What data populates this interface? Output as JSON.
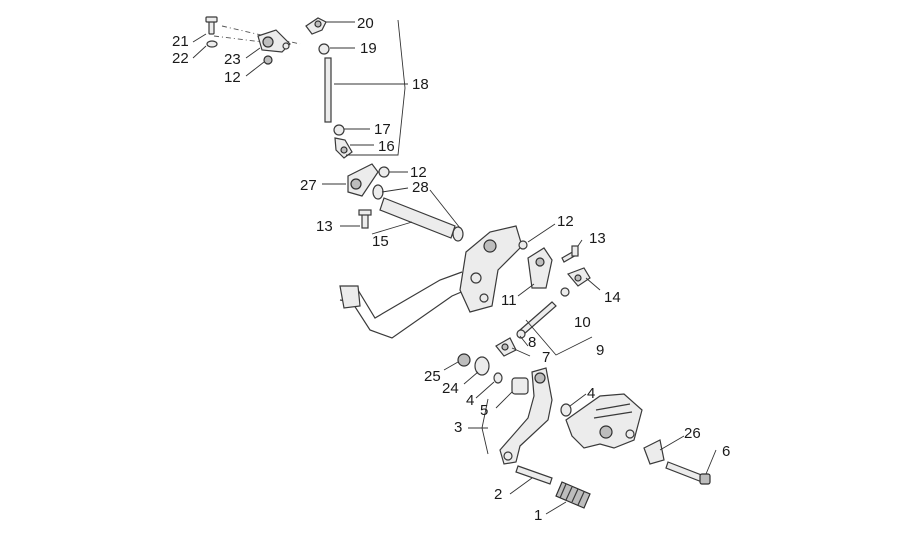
{
  "callouts": [
    {
      "id": "c21",
      "text": "21"
    },
    {
      "id": "c22",
      "text": "22"
    },
    {
      "id": "c23",
      "text": "23"
    },
    {
      "id": "c12a",
      "text": "12"
    },
    {
      "id": "c20",
      "text": "20"
    },
    {
      "id": "c19",
      "text": "19"
    },
    {
      "id": "c18",
      "text": "18"
    },
    {
      "id": "c17",
      "text": "17"
    },
    {
      "id": "c16",
      "text": "16"
    },
    {
      "id": "c27",
      "text": "27"
    },
    {
      "id": "c12b",
      "text": "12"
    },
    {
      "id": "c28",
      "text": "28"
    },
    {
      "id": "c13a",
      "text": "13"
    },
    {
      "id": "c15",
      "text": "15"
    },
    {
      "id": "c12c",
      "text": "12"
    },
    {
      "id": "c13b",
      "text": "13"
    },
    {
      "id": "c11",
      "text": "11"
    },
    {
      "id": "c14",
      "text": "14"
    },
    {
      "id": "c10",
      "text": "10"
    },
    {
      "id": "c8",
      "text": "8"
    },
    {
      "id": "c9",
      "text": "9"
    },
    {
      "id": "c7",
      "text": "7"
    },
    {
      "id": "c25",
      "text": "25"
    },
    {
      "id": "c24",
      "text": "24"
    },
    {
      "id": "c4a",
      "text": "4"
    },
    {
      "id": "c4b",
      "text": "4"
    },
    {
      "id": "c5",
      "text": "5"
    },
    {
      "id": "c3",
      "text": "3"
    },
    {
      "id": "c26",
      "text": "26"
    },
    {
      "id": "c6",
      "text": "6"
    },
    {
      "id": "c2",
      "text": "2"
    },
    {
      "id": "c1",
      "text": "1"
    }
  ]
}
